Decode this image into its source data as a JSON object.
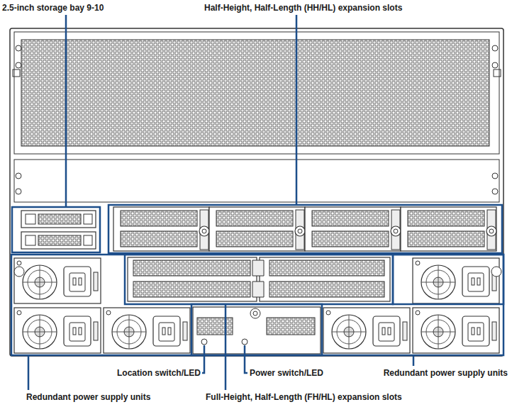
{
  "diagram": {
    "labels": [
      "2.5-inch storage bay 9-10",
      "Half-Height, Half-Length (HH/HL) expansion slots",
      "Location switch/LED",
      "Power switch/LED",
      "Redundant power supply units",
      "Redundant power supply units",
      "Full-Height, Half-Length (FH/HL) expansion slots"
    ]
  }
}
